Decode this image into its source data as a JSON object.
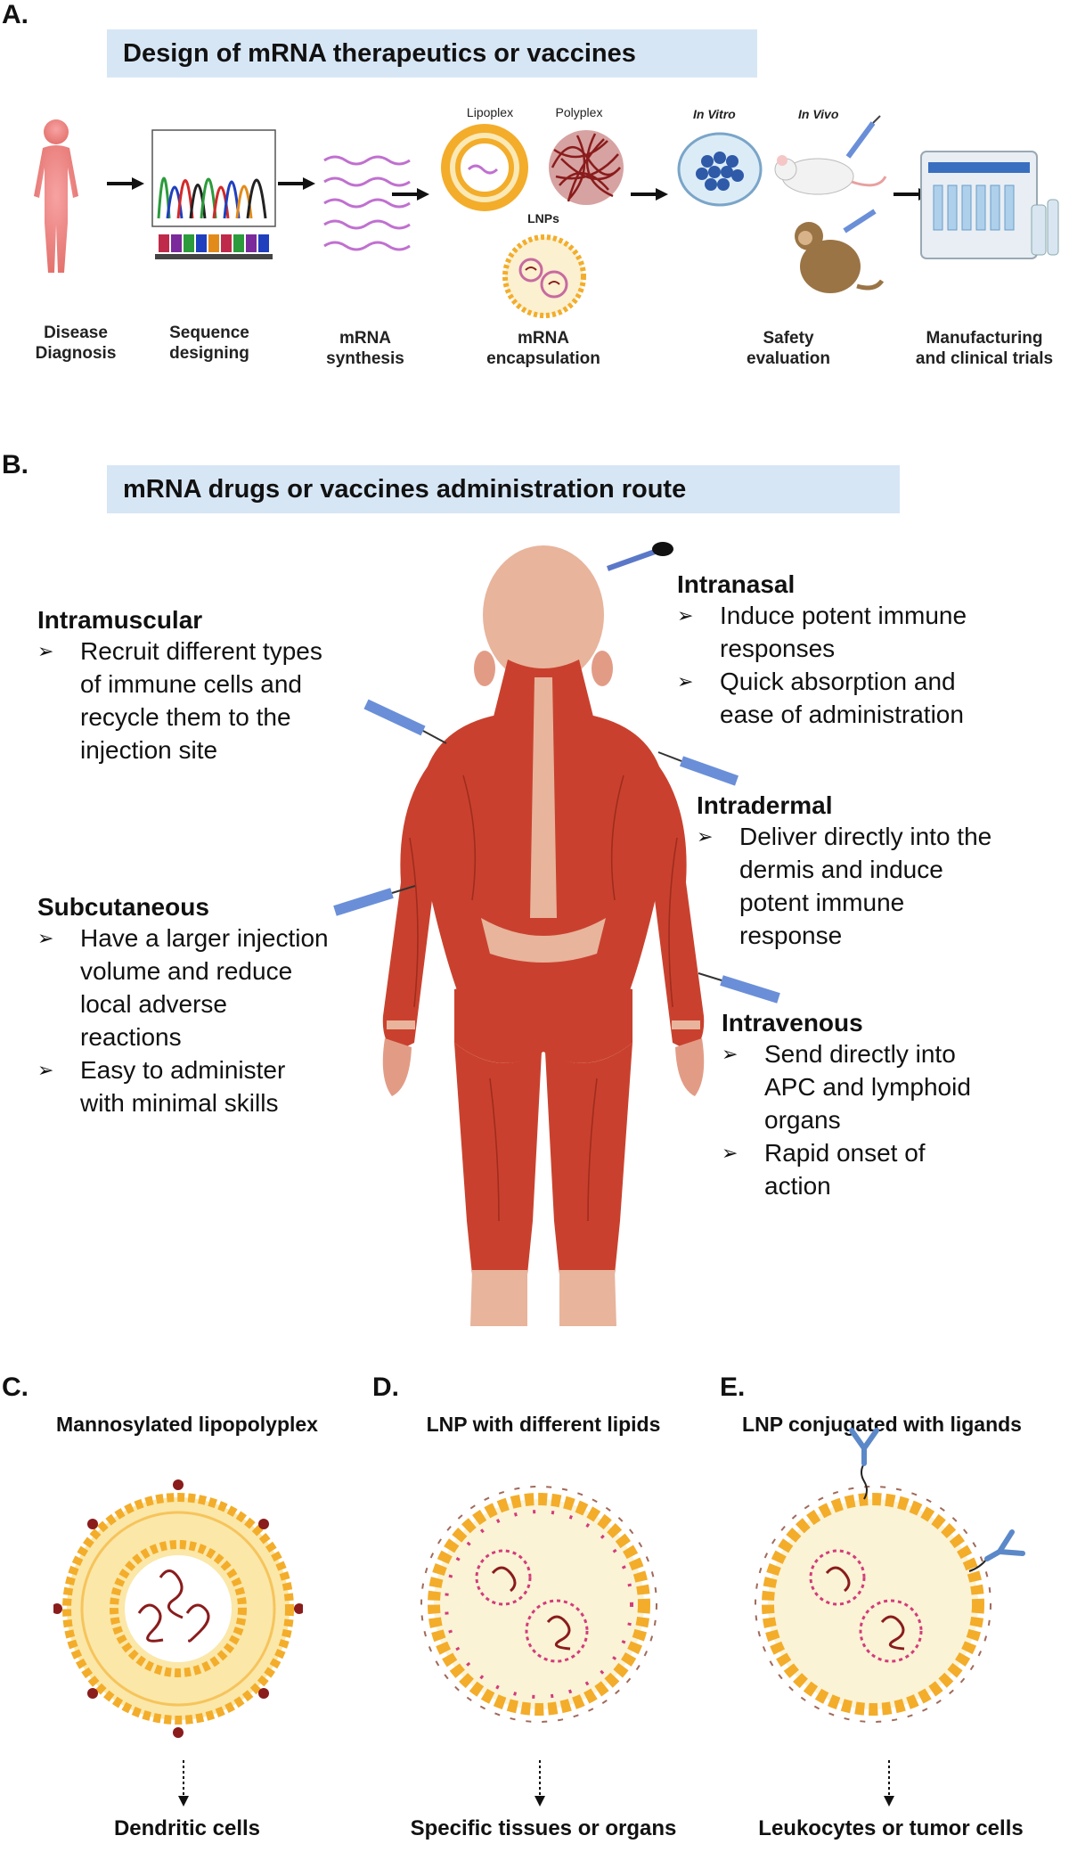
{
  "panel_a": {
    "letter": "A.",
    "title": "Design of mRNA therapeutics or vaccines",
    "steps": [
      {
        "label_line1": "Disease",
        "label_line2": "Diagnosis"
      },
      {
        "label_line1": "Sequence",
        "label_line2": "designing"
      },
      {
        "label_line1": "mRNA",
        "label_line2": "synthesis"
      },
      {
        "label_line1": "mRNA",
        "label_line2": "encapsulation"
      },
      {
        "label_line1": "Safety",
        "label_line2": "evaluation"
      },
      {
        "label_line1": "Manufacturing",
        "label_line2": "and clinical trials"
      }
    ],
    "lipoplex": "Lipoplex",
    "polyplex": "Polyplex",
    "lnps": "LNPs",
    "in_vitro": "In Vitro",
    "in_vivo": "In Vivo"
  },
  "panel_b": {
    "letter": "B.",
    "title": "mRNA drugs or vaccines administration route",
    "intramuscular": {
      "title": "Intramuscular",
      "bullets": [
        "Recruit different types",
        "of immune cells and",
        "recycle them to the",
        "injection site"
      ]
    },
    "subcutaneous": {
      "title": "Subcutaneous",
      "bullet1": [
        "Have a larger injection",
        "volume and reduce",
        "local adverse",
        "reactions"
      ],
      "bullet2": [
        "Easy to administer",
        "with minimal skills"
      ]
    },
    "intranasal": {
      "title": "Intranasal",
      "bullet1": [
        "Induce potent immune",
        "responses"
      ],
      "bullet2": [
        "Quick absorption and",
        "ease of administration"
      ]
    },
    "intradermal": {
      "title": "Intradermal",
      "bullet1": [
        "Deliver directly into the",
        "dermis and induce",
        "potent immune",
        "response"
      ]
    },
    "intravenous": {
      "title": "Intravenous",
      "bullet1": [
        "Send directly into",
        "APC and lymphoid",
        "organs"
      ],
      "bullet2": [
        "Rapid onset of",
        "action"
      ]
    }
  },
  "panel_c": {
    "letter": "C.",
    "title": "Mannosylated lipopolyplex",
    "target": "Dendritic cells"
  },
  "panel_d": {
    "letter": "D.",
    "title": "LNP with different lipids",
    "target": "Specific tissues or organs"
  },
  "panel_e": {
    "letter": "E.",
    "title": "LNP conjugated with ligands",
    "target": "Leukocytes or tumor cells"
  },
  "colors": {
    "banner": "#d7e6f5",
    "muscle": "#c9412e",
    "skin": "#e8b49c",
    "lipid": "#f3ad2a",
    "mrna": "#8a1c1c",
    "syringe": "#6a8fd8"
  }
}
